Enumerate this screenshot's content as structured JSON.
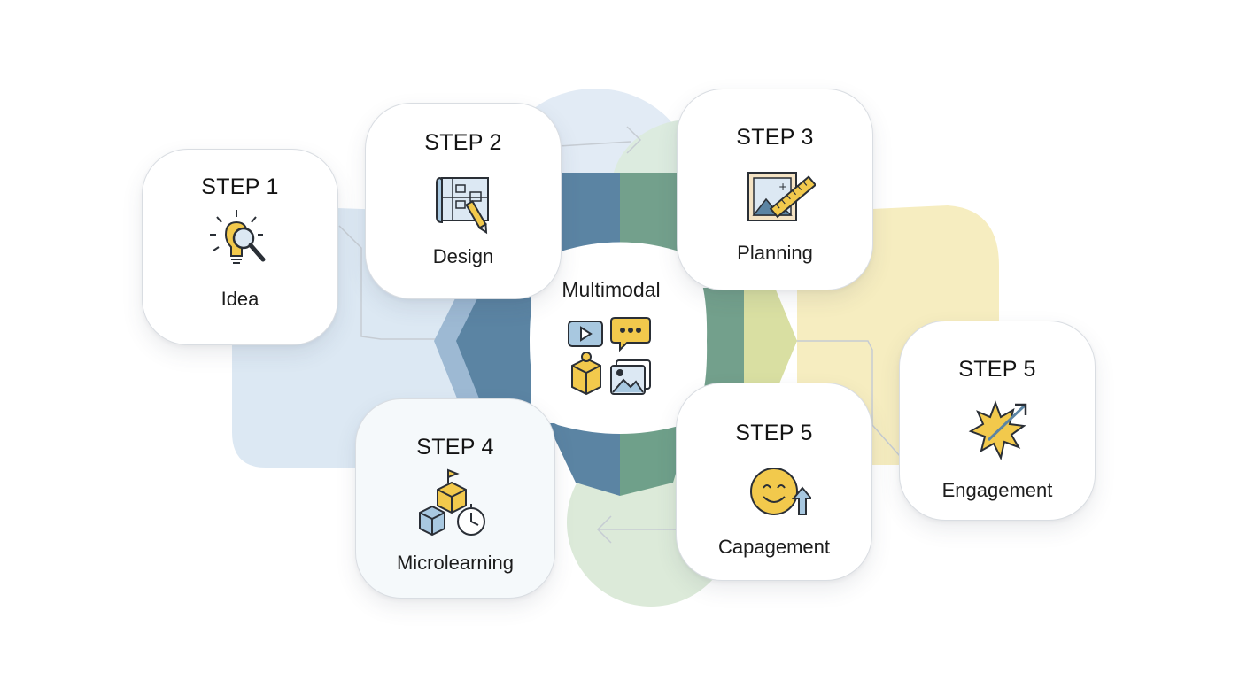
{
  "hub": {
    "title": "Multimodal",
    "icons": [
      "video-play-icon",
      "chat-bubble-icon",
      "puzzle-cube-icon",
      "image-gallery-icon"
    ]
  },
  "steps": [
    {
      "step": "STEP 1",
      "label": "Idea",
      "icon": "lightbulb-magnifier-icon"
    },
    {
      "step": "STEP 2",
      "label": "Design",
      "icon": "blueprint-pencil-icon"
    },
    {
      "step": "STEP 3",
      "label": "Planning",
      "icon": "picture-ruler-icon"
    },
    {
      "step": "STEP 4",
      "label": "Microlearning",
      "icon": "cubes-timer-icon"
    },
    {
      "step": "STEP 5",
      "label": "Capagement",
      "icon": "smiley-arrow-icon"
    },
    {
      "step": "STEP 5",
      "label": "Engagement",
      "icon": "burst-arrow-icon"
    }
  ],
  "colors": {
    "blue_light": "#dce8f3",
    "blue_dark": "#55809f",
    "green_light": "#d8ebdc",
    "green_dark": "#6fa08a",
    "yellow_light": "#f6ecbb",
    "icon_yellow": "#f2c94c",
    "icon_blue": "#a8c8e0",
    "icon_stroke": "#2a2f36"
  }
}
